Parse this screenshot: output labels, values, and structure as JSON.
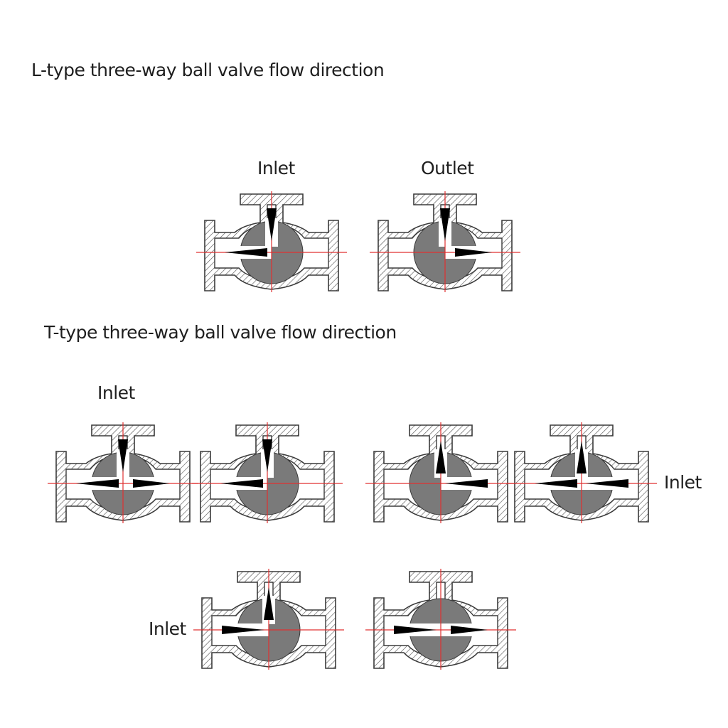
{
  "headings": {
    "l_type": "L-type three-way ball valve flow direction",
    "t_type": "T-type three-way ball valve flow direction"
  },
  "labels": {
    "l_inlet": "Inlet",
    "l_outlet": "Outlet",
    "t_inlet_top": "Inlet",
    "t_inlet_right": "Inlet",
    "t_inlet_left": "Inlet"
  },
  "colors": {
    "outline": "#3a3a3a",
    "hatch": "#5a5a5a",
    "ball": "#7a7a7a",
    "arrow": "#000000",
    "center_line": "#e03030"
  }
}
